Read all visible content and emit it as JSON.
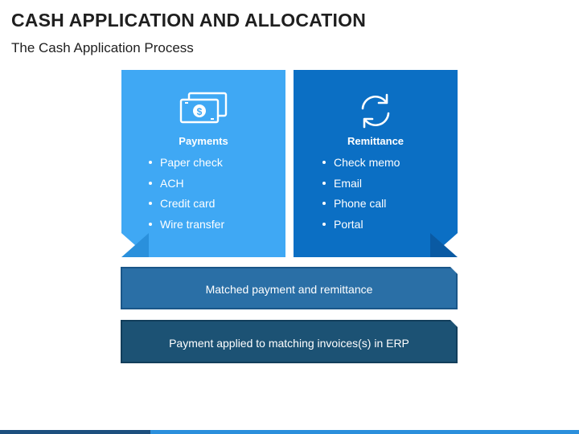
{
  "slide": {
    "title": "CASH APPLICATION AND ALLOCATION",
    "subtitle": "The Cash Application Process"
  },
  "cards": [
    {
      "heading": "Payments",
      "icon": "money-bills-icon",
      "color": "#3fa8f4",
      "items": [
        "Paper check",
        "ACH",
        "Credit card",
        "Wire transfer"
      ]
    },
    {
      "heading": "Remittance",
      "icon": "refresh-arrows-icon",
      "color": "#0b6fc4",
      "items": [
        "Check memo",
        "Email",
        "Phone call",
        "Portal"
      ]
    }
  ],
  "steps": [
    {
      "label": "Matched payment and remittance",
      "color": "#2a6fa6"
    },
    {
      "label": "Payment applied to matching invoices(s) in ERP",
      "color": "#1c5274"
    }
  ]
}
